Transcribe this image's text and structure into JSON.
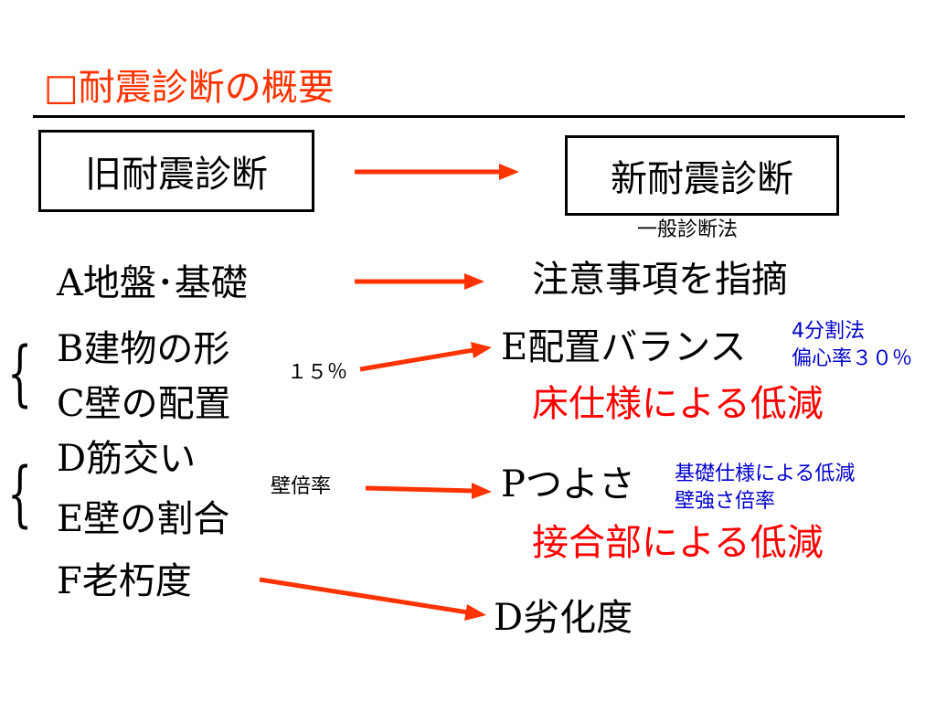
{
  "title": "□耐震診断の概要",
  "old_method": "旧耐震診断",
  "new_method": "新耐震診断",
  "new_method_sub": "一般診断法",
  "old_items": [
    {
      "letter": "A",
      "text": "地盤･基礎"
    },
    {
      "letter": "B",
      "text": "建物の形"
    },
    {
      "letter": "C",
      "text": "壁の配置"
    },
    {
      "letter": "D",
      "text": "筋交い"
    },
    {
      "letter": "E",
      "text": "壁の割合"
    },
    {
      "letter": "F",
      "text": "老朽度"
    }
  ],
  "brace_symbol": "{",
  "arrow_notes": {
    "bc": "１５％",
    "de": "壁倍率"
  },
  "new_items": {
    "foundation_note": "注意事項を指摘",
    "balance": {
      "letter": "E",
      "text": "配置バランス",
      "notes": [
        "4分割法",
        "偏心率３０％"
      ],
      "reduction": "床仕様による低減"
    },
    "strength": {
      "letter": "P",
      "text": "つよさ",
      "notes": [
        "基礎仕様による低減",
        "壁強さ倍率"
      ],
      "reduction": "接合部による低減"
    },
    "deterioration": {
      "letter": "D",
      "text": "劣化度"
    }
  },
  "colors": {
    "title": "#ff3300",
    "arrow": "#ff3300",
    "reduction": "#ff0000",
    "note": "#0000cc"
  }
}
